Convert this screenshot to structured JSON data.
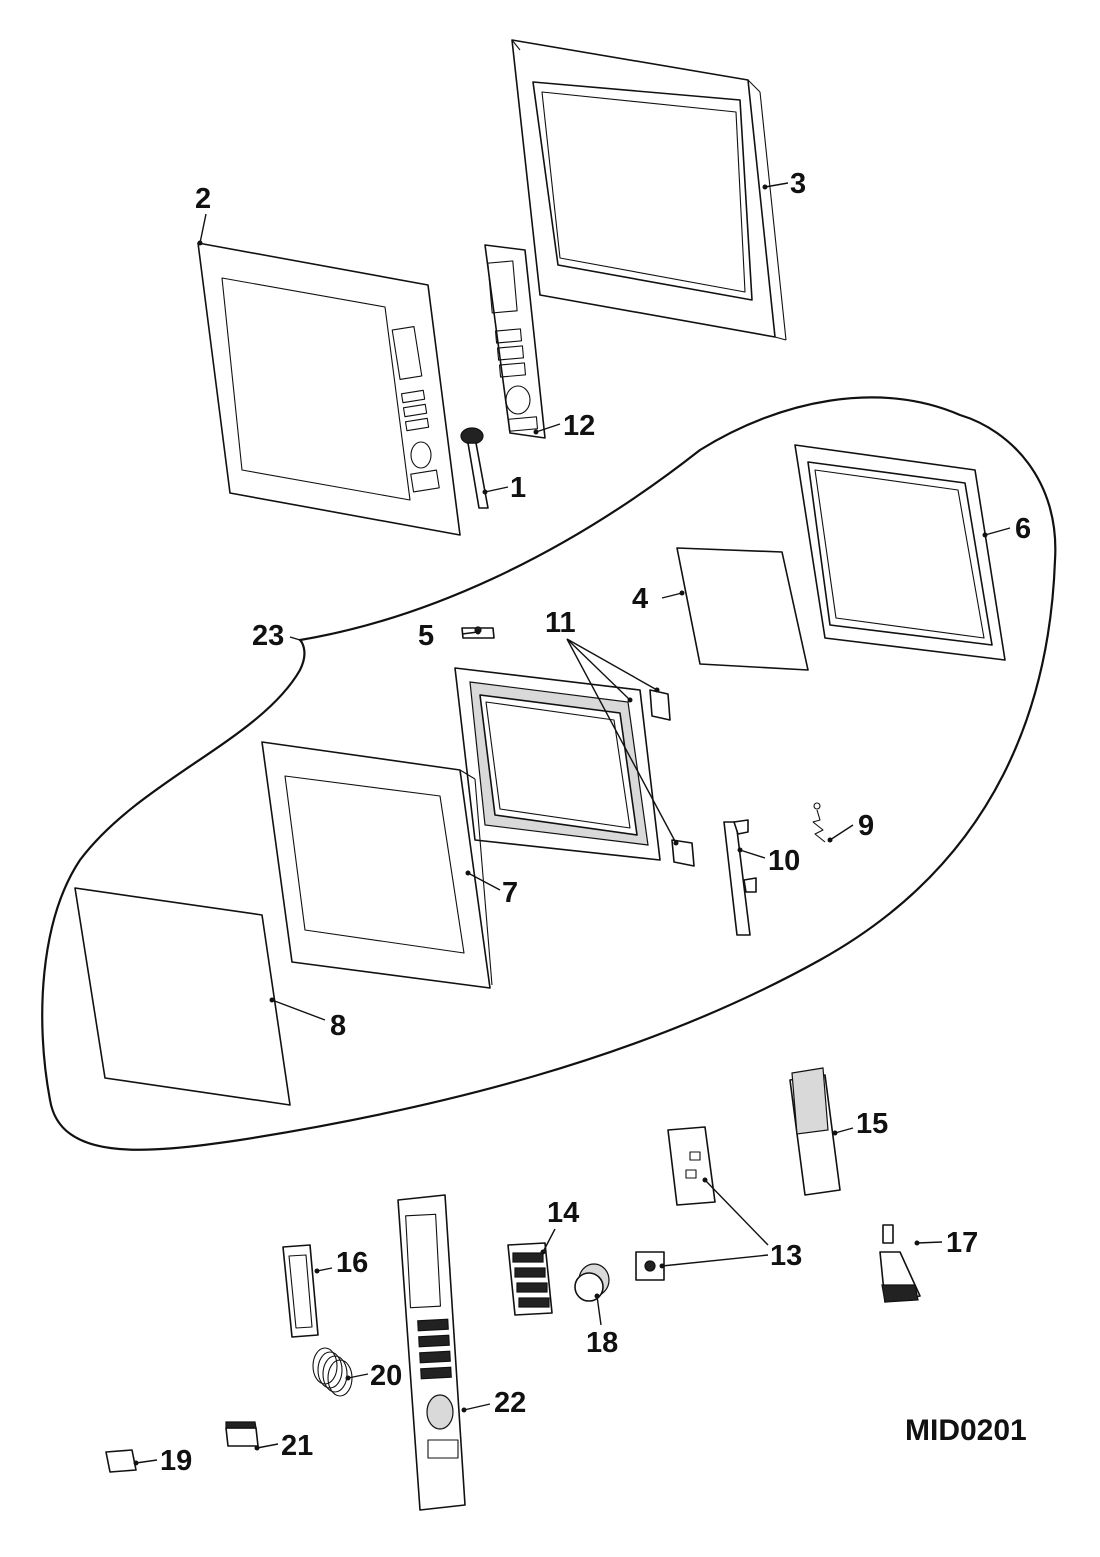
{
  "diagram": {
    "drawing_code": "MID0201",
    "callouts": [
      "1",
      "2",
      "3",
      "4",
      "5",
      "6",
      "7",
      "8",
      "9",
      "10",
      "11",
      "12",
      "13",
      "14",
      "15",
      "16",
      "17",
      "18",
      "19",
      "20",
      "21",
      "22",
      "23"
    ]
  }
}
